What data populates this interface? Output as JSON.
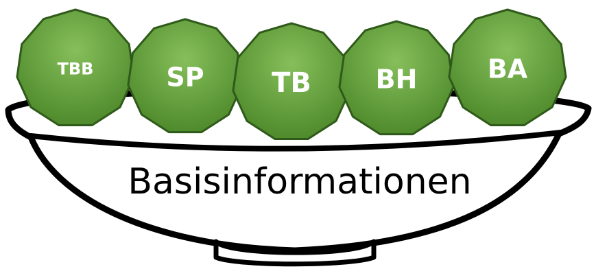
{
  "diagram": {
    "bowl": {
      "label": "Basisinformationen"
    },
    "balls": [
      {
        "id": "tbb",
        "label": "TBB"
      },
      {
        "id": "sp",
        "label": "SP"
      },
      {
        "id": "tb",
        "label": "TB"
      },
      {
        "id": "bh",
        "label": "BH"
      },
      {
        "id": "ba",
        "label": "BA"
      }
    ],
    "colors": {
      "ball_fill_light": "#86bf5a",
      "ball_fill_dark": "#4f8a2c",
      "ball_stroke": "#2f5a1a",
      "ball_text": "#ffffff",
      "bowl_stroke": "#000000",
      "bowl_fill": "#ffffff"
    }
  }
}
